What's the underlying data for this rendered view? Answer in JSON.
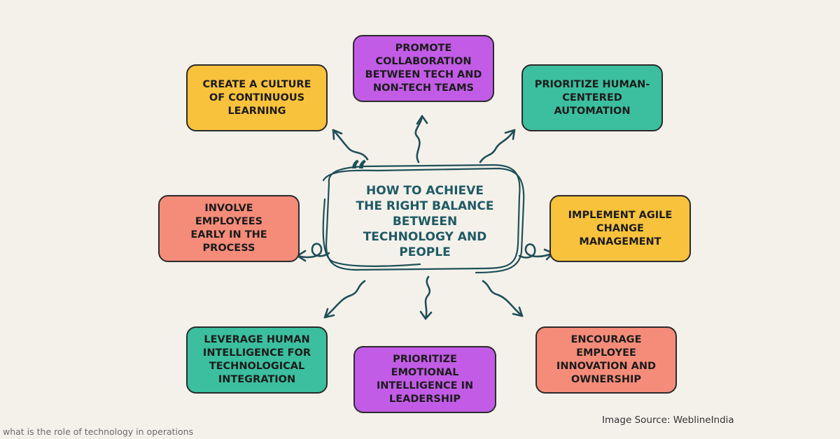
{
  "diagram": {
    "center": {
      "quote": "“",
      "title": "HOW TO ACHIEVE\nTHE RIGHT BALANCE\nBETWEEN\nTECHNOLOGY AND\nPEOPLE"
    },
    "nodes": [
      {
        "id": "culture",
        "color": "#f8c23c",
        "label": "CREATE A CULTURE\nOF CONTINUOUS\nLEARNING"
      },
      {
        "id": "collaboration",
        "color": "#c25ce6",
        "label": "PROMOTE\nCOLLABORATION\nBETWEEN TECH AND\nNON-TECH TEAMS"
      },
      {
        "id": "automation",
        "color": "#3bbf9e",
        "label": "PRIORITIZE HUMAN-\nCENTERED\nAUTOMATION"
      },
      {
        "id": "involve",
        "color": "#f58c7a",
        "label": "INVOLVE EMPLOYEES\nEARLY IN THE\nPROCESS"
      },
      {
        "id": "agile",
        "color": "#f8c23c",
        "label": "IMPLEMENT AGILE\nCHANGE\nMANAGEMENT"
      },
      {
        "id": "leverage",
        "color": "#3bbf9e",
        "label": "LEVERAGE HUMAN\nINTELLIGENCE FOR\nTECHNOLOGICAL\nINTEGRATION"
      },
      {
        "id": "emotional",
        "color": "#c25ce6",
        "label": "PRIORITIZE EMOTIONAL\nINTELLIGENCE IN\nLEADERSHIP"
      },
      {
        "id": "innovation",
        "color": "#f58c7a",
        "label": "ENCOURAGE\nEMPLOYEE\nINNOVATION AND\nOWNERSHIP"
      }
    ],
    "edge_color": "#1f4f57"
  },
  "credit": "Image Source: WeblineIndia",
  "caption": "what is the role of technology in operations"
}
